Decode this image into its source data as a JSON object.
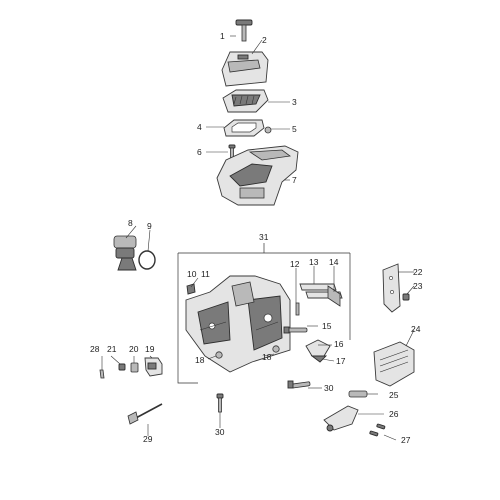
{
  "callouts": {
    "c1": "1",
    "c2": "2",
    "c3": "3",
    "c4": "4",
    "c5": "5",
    "c6": "6",
    "c7": "7",
    "c8": "8",
    "c9": "9",
    "c10": "10",
    "c11": "11",
    "c12": "12",
    "c13": "13",
    "c14": "14",
    "c15": "15",
    "c16": "16",
    "c17": "17",
    "c18a": "18",
    "c18b": "18",
    "c19": "19",
    "c20": "20",
    "c21": "21",
    "c22": "22",
    "c23": "23",
    "c24": "24",
    "c25": "25",
    "c26": "26",
    "c27": "27",
    "c28": "28",
    "c29": "29",
    "c30a": "30",
    "c30b": "30",
    "c31": "31"
  }
}
